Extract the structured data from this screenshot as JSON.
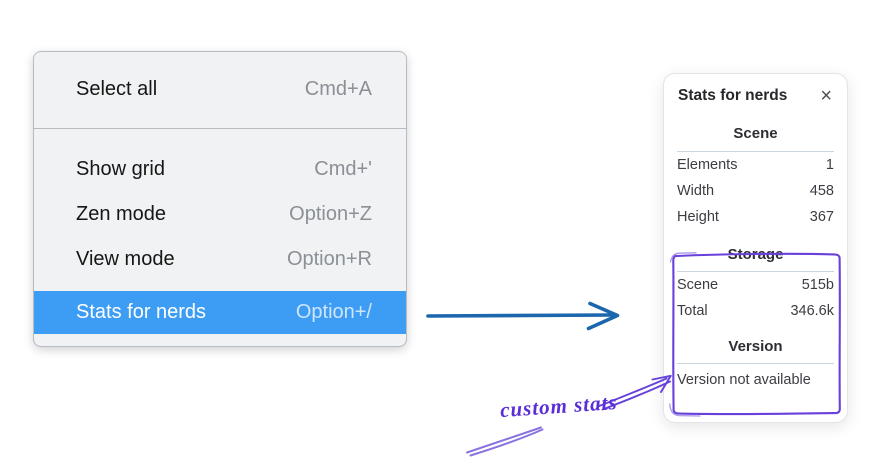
{
  "context_menu": {
    "items": [
      {
        "label": "Select all",
        "shortcut": "Cmd+A",
        "selected": false
      },
      {
        "label": "Show grid",
        "shortcut": "Cmd+'",
        "selected": false
      },
      {
        "label": "Zen mode",
        "shortcut": "Option+Z",
        "selected": false
      },
      {
        "label": "View mode",
        "shortcut": "Option+R",
        "selected": false
      },
      {
        "label": "Stats for nerds",
        "shortcut": "Option+/",
        "selected": true
      }
    ],
    "highlight_color": "#3d9df5"
  },
  "stats_panel": {
    "title": "Stats for nerds",
    "close_label": "×",
    "sections": [
      {
        "heading": "Scene",
        "rows": [
          {
            "label": "Elements",
            "value": "1"
          },
          {
            "label": "Width",
            "value": "458"
          },
          {
            "label": "Height",
            "value": "367"
          }
        ]
      },
      {
        "heading": "Storage",
        "rows": [
          {
            "label": "Scene",
            "value": "515b"
          },
          {
            "label": "Total",
            "value": "346.6k"
          }
        ]
      },
      {
        "heading": "Version",
        "rows": [],
        "note": "Version not available"
      }
    ]
  },
  "annotations": {
    "label": "custom stats",
    "arrow_blue": "#1c66ae",
    "purple": "#6741d9"
  }
}
